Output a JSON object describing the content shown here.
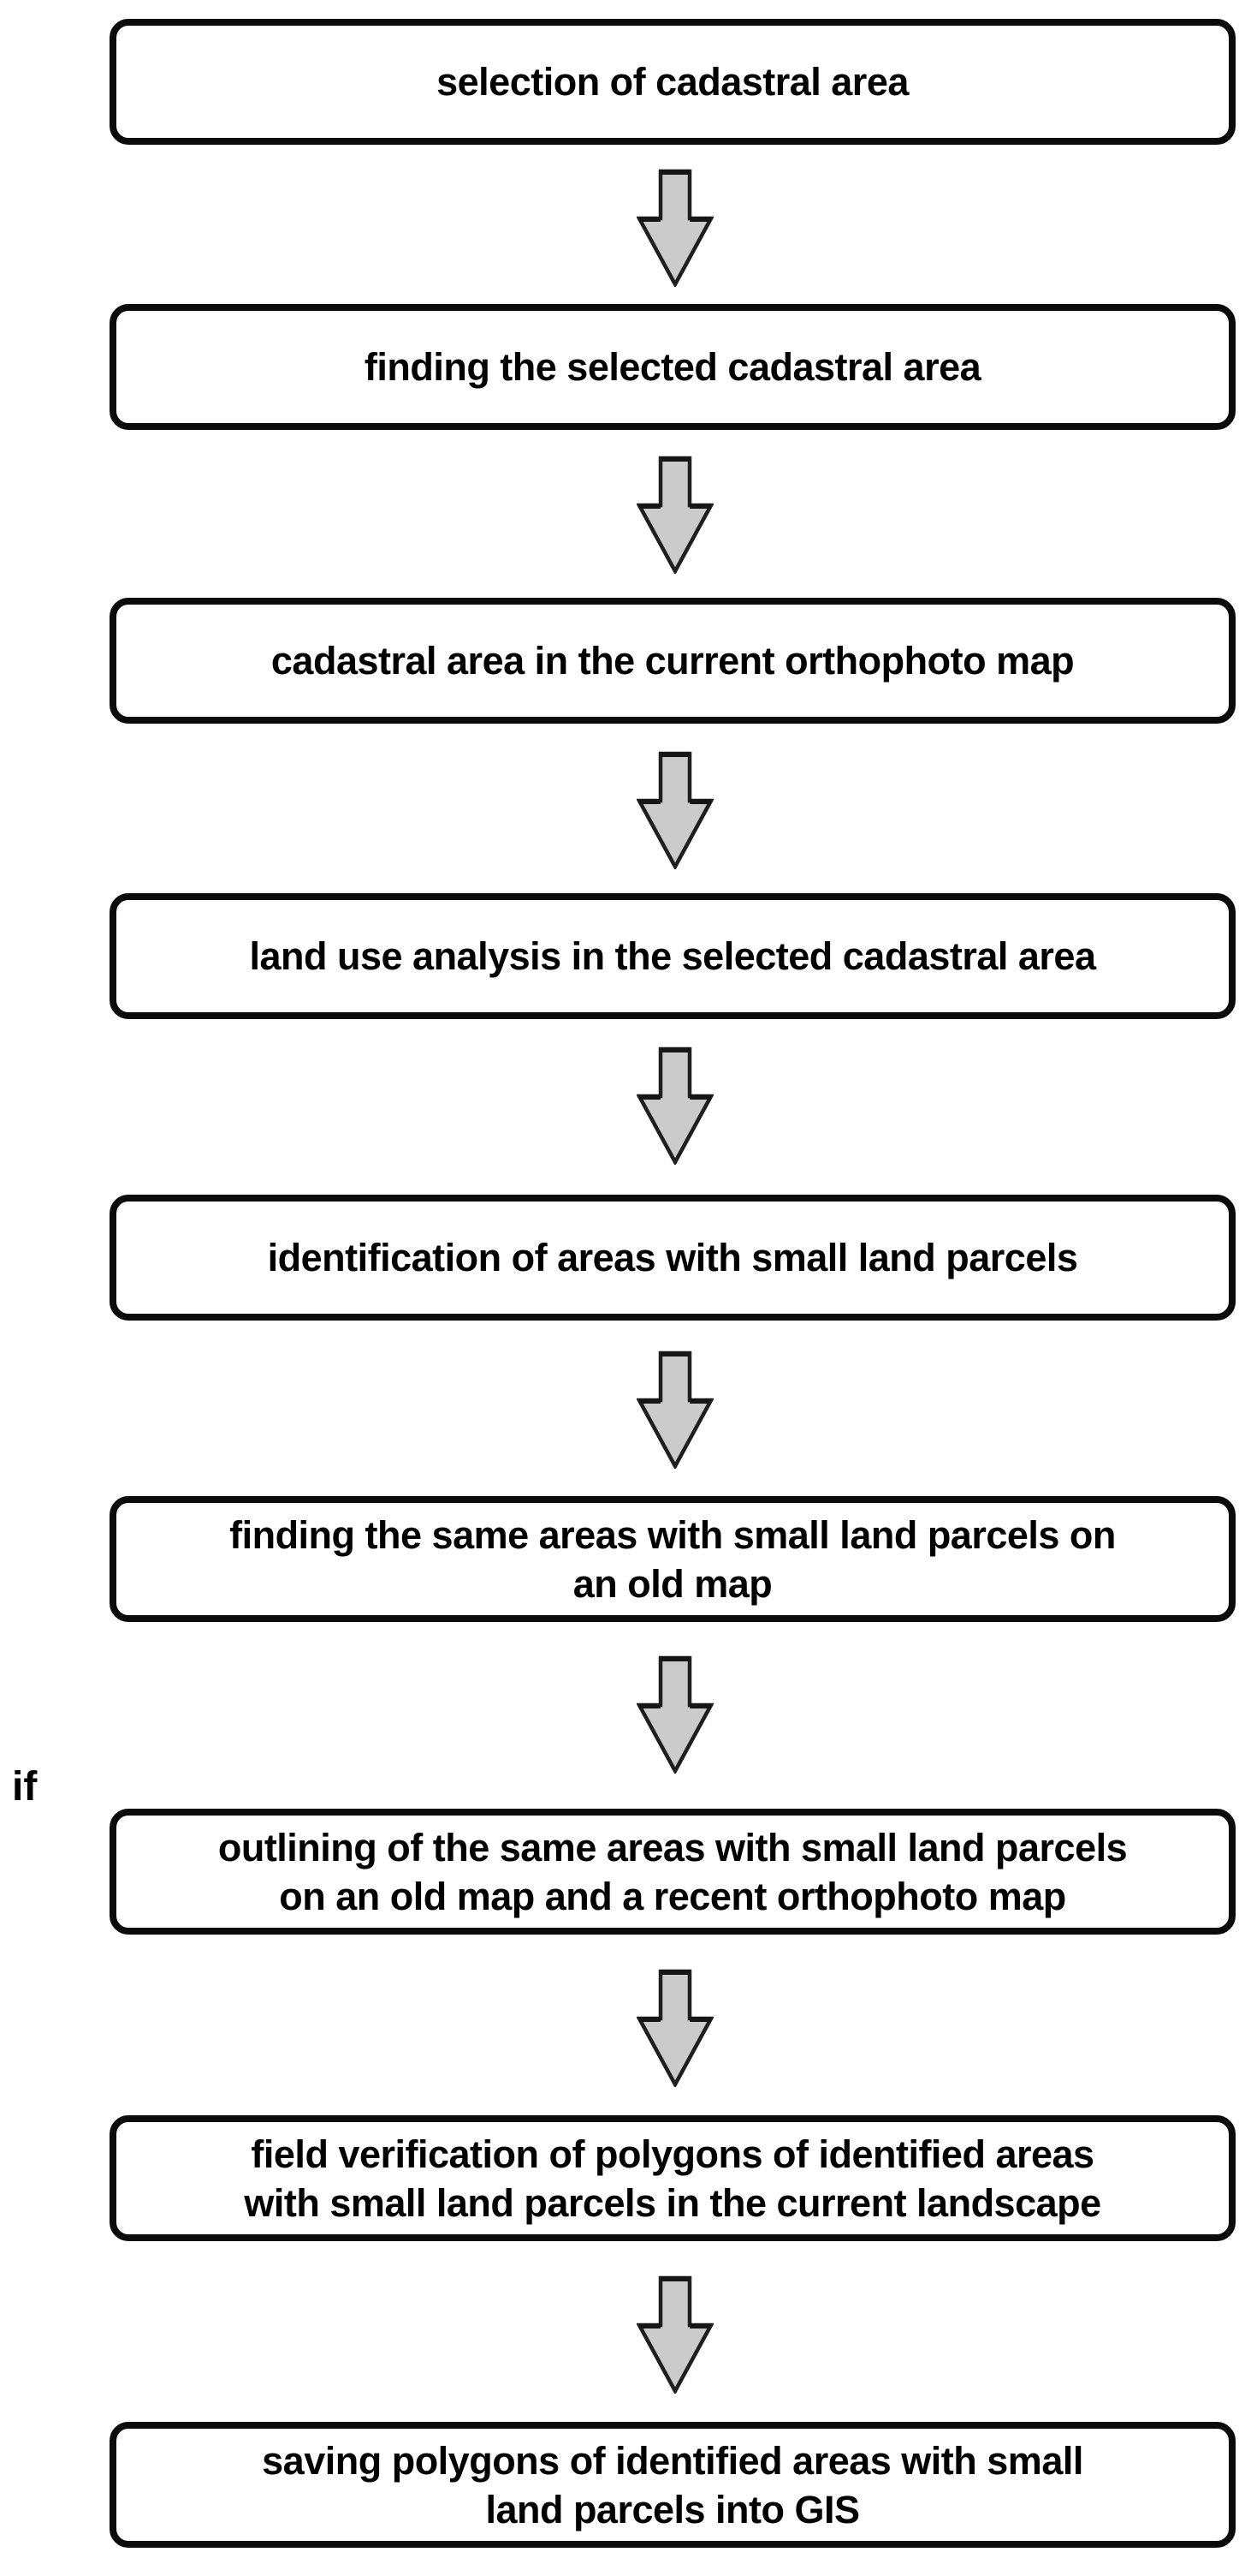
{
  "flowchart": {
    "side_label": "if",
    "steps": [
      {
        "lines": [
          "selection of cadastral area"
        ]
      },
      {
        "lines": [
          "finding the selected cadastral area"
        ]
      },
      {
        "lines": [
          "cadastral area in the current orthophoto map"
        ]
      },
      {
        "lines": [
          "land use analysis in the selected cadastral area"
        ]
      },
      {
        "lines": [
          "identification of areas with small land parcels"
        ]
      },
      {
        "lines": [
          "finding the same areas with small land parcels on",
          "an old map"
        ]
      },
      {
        "lines": [
          "outlining of the same areas with small land parcels",
          "on an old map and a recent orthophoto map"
        ]
      },
      {
        "lines": [
          "field verification of polygons of identified areas",
          "with small land parcels in the current landscape"
        ]
      },
      {
        "lines": [
          "saving polygons of identified areas with small",
          "land parcels into GIS"
        ]
      }
    ],
    "connector_icon": "down-arrow-icon",
    "connector_count": 8
  },
  "colors": {
    "background": "#ffffff",
    "box_fill": "#ffffff",
    "box_border": "#0b0b0b",
    "text": "#000000",
    "arrow_fill": "#cbcbcb",
    "arrow_outline": "#1f1f1f"
  }
}
